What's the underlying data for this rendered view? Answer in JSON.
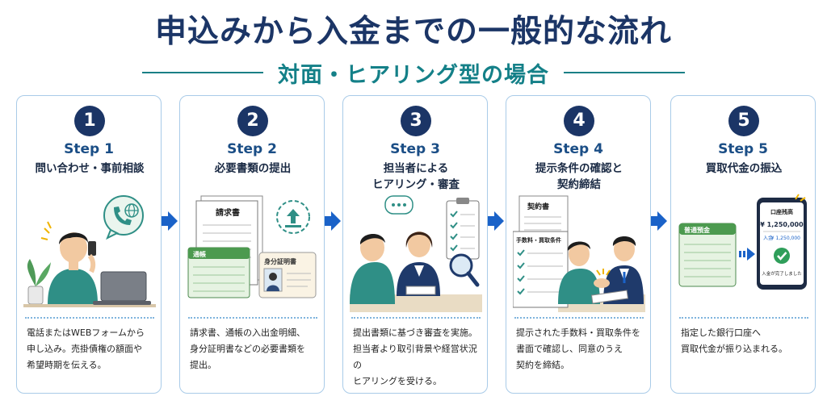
{
  "header": {
    "title": "申込みから入金までの一般的な流れ",
    "subtitle": "対面・ヒアリング型の場合"
  },
  "colors": {
    "navy": "#1b3566",
    "teal": "#148088",
    "arrow": "#1a62c8",
    "card_border": "#a9cbe8"
  },
  "steps": [
    {
      "number": "1",
      "step": "Step 1",
      "title": "問い合わせ・事前相談",
      "description": "電話またはWEBフォームから\n申し込み。売掛債権の額面や\n希望時期を伝える。",
      "icons": [
        "person-with-phone",
        "laptop",
        "phone-globe-icon",
        "plant"
      ]
    },
    {
      "number": "2",
      "step": "Step 2",
      "title": "必要書類の提出",
      "description": "請求書、通帳の入出金明細、\n身分証明書などの必要書類を\n提出。",
      "doc_invoice": "請求書",
      "doc_bankbook": "通帳",
      "doc_id": "身分証明書",
      "icons": [
        "upload-icon"
      ]
    },
    {
      "number": "3",
      "step": "Step 3",
      "title": "担当者による\nヒアリング・審査",
      "description": "提出書類に基づき審査を実施。\n担当者より取引背景や経営状況の\nヒアリングを受ける。",
      "icons": [
        "speech-bubble-icon",
        "checklist-icon",
        "magnifier-icon"
      ]
    },
    {
      "number": "4",
      "step": "Step 4",
      "title": "提示条件の確認と\n契約締結",
      "description": "提示された手数料・買取条件を\n書面で確認し、同意のうえ\n契約を締結。",
      "doc_contract": "契約書",
      "doc_conditions": "手数料・買取条件",
      "icons": [
        "handshake"
      ]
    },
    {
      "number": "5",
      "step": "Step 5",
      "title": "買取代金の振込",
      "description": "指定した銀行口座へ\n買取代金が振り込まれる。",
      "doc_bankbook": "普通預金",
      "phone_heading": "口座残高",
      "phone_balance": "¥ 1,250,000",
      "phone_deposit_label": "入金",
      "phone_deposit_amount": "¥ 1,250,000",
      "phone_message": "入金が完了しました",
      "icons": [
        "check-icon"
      ]
    }
  ]
}
